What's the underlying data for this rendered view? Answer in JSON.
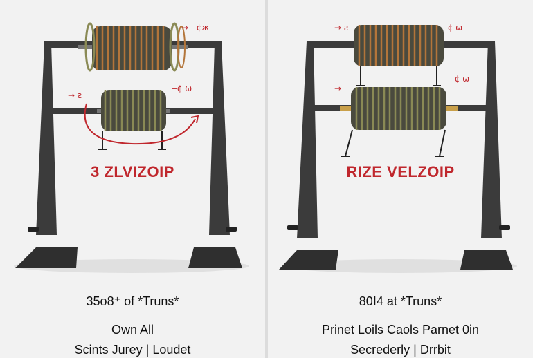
{
  "panels": [
    {
      "id": "left",
      "title": "3 ZLVIZOIP",
      "caption_1": "35o8⁺ of *Truns*",
      "caption_2": "Own All",
      "caption_3": "Scints Jurey | Loudet",
      "top_marks": "→ ‒¢ж",
      "mid_left_mark": "→ ƨ",
      "mid_right_mark": "‒¢ ω"
    },
    {
      "id": "right",
      "title": "RIZE VELZOIP",
      "caption_1": "80I4 at *Truns*",
      "caption_2": "Prinet Loils Caols Parnet 0in",
      "caption_3": "Secrederly | Drrbit",
      "top_left_mark": "→ ƨ",
      "top_right_mark": "‒¢ ω",
      "mid_left_mark": "→",
      "mid_right_mark": "‒¢ ω"
    }
  ],
  "colors": {
    "frame": "#3b3b3b",
    "accent_red": "#c0272d",
    "coil_dark": "#4a4a3e",
    "coil_copper": "#b3753a",
    "coil_olive": "#8a8a55"
  }
}
